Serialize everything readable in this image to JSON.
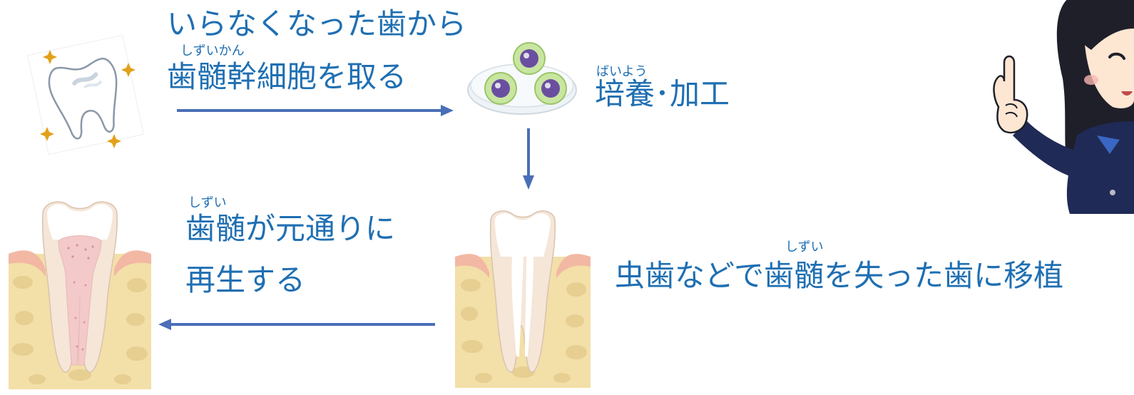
{
  "step1": {
    "line1": "いらなくなった歯から",
    "ruby": "しずいかん",
    "line2": "歯髄幹細胞を取る"
  },
  "step2": {
    "ruby": "ばいよう",
    "label": "培養･加工"
  },
  "step3": {
    "ruby": "しずい",
    "label": "虫歯などで歯髄を失った歯に移植"
  },
  "step4": {
    "ruby": "しずい",
    "line1": "歯髄が元通りに",
    "line2": "再生する"
  },
  "colors": {
    "text": "#1f6fb2",
    "arrow": "#4a6fb8",
    "gum": "#f2b8a3",
    "bone": "#f3dfa8",
    "tooth": "#ffffff"
  },
  "icons": {
    "extracted_tooth": "sparkling-tooth-icon",
    "petri_dish": "petri-dish-cells-icon",
    "empty_tooth": "tooth-cross-section-empty-pulp",
    "regenerated_tooth": "tooth-cross-section-regenerated-pulp",
    "presenter": "girl-pointing-finger"
  }
}
